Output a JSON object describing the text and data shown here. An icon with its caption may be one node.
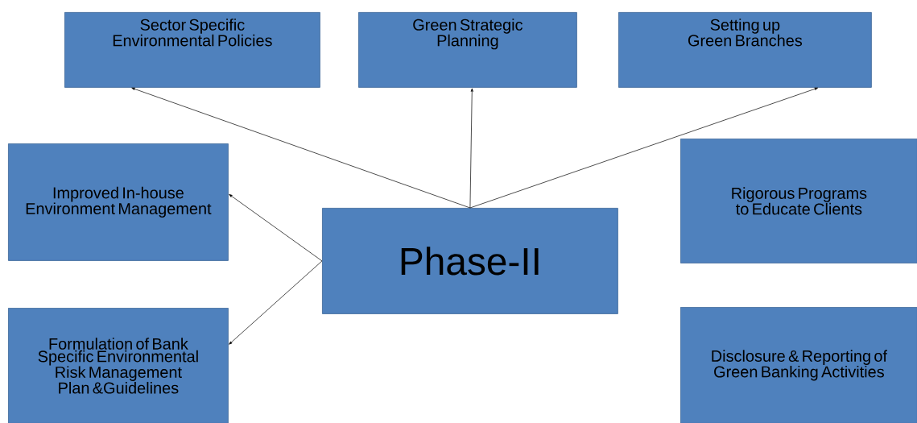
{
  "diagram": {
    "nodes": [
      {
        "text": [
          "Sector Specific Environmental Policies"
        ]
      },
      {
        "text": [
          "Green Strategic Planning"
        ]
      },
      {
        "text": [
          "Setting up Green Branches"
        ]
      },
      {
        "text": [
          "Improved In-house Environment Management"
        ]
      },
      {
        "text": [
          "Rigorous Programs to Educate Clients"
        ]
      },
      {
        "text": [
          "Phase-II"
        ]
      },
      {
        "text": [
          "Formulation of Bank Specific Environmental Risk Management Plan &Guidelines"
        ]
      },
      {
        "text": [
          "Disclosure & Reporting of Green Banking Activities"
        ]
      }
    ],
    "edges": [
      {
        "from": 5,
        "to": 0,
        "arrow": "to"
      },
      {
        "from": 5,
        "to": 1,
        "arrow": "to"
      },
      {
        "from": 5,
        "to": 2,
        "arrow": "to"
      },
      {
        "from": 5,
        "to": 3,
        "arrow": "to"
      },
      {
        "from": 5,
        "to": 6,
        "arrow": "to"
      }
    ]
  }
}
